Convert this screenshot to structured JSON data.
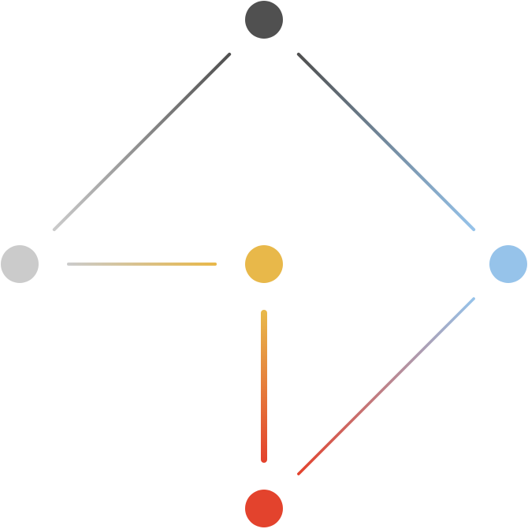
{
  "diagram": {
    "type": "graph",
    "nodes": [
      {
        "id": "top",
        "color": "#505050"
      },
      {
        "id": "left",
        "color": "#cbcbcb"
      },
      {
        "id": "center",
        "color": "#e8b84a"
      },
      {
        "id": "right",
        "color": "#96c3ea"
      },
      {
        "id": "bottom",
        "color": "#e3432d"
      }
    ],
    "edges": [
      {
        "from": "top",
        "to": "left"
      },
      {
        "from": "top",
        "to": "right"
      },
      {
        "from": "left",
        "to": "center"
      },
      {
        "from": "center",
        "to": "bottom"
      },
      {
        "from": "right",
        "to": "bottom"
      }
    ]
  }
}
